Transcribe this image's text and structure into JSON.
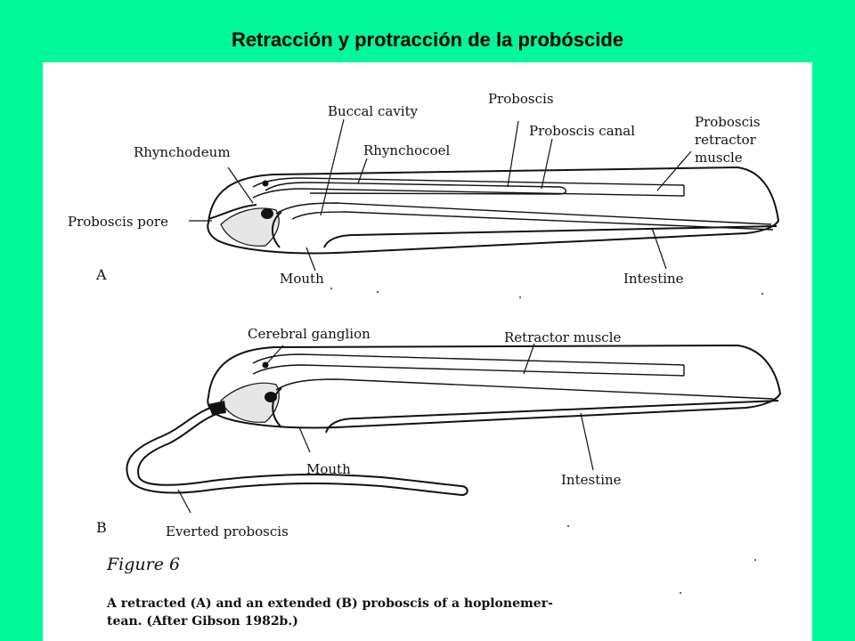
{
  "title": "Retracción y protracción de la probóscide",
  "figure": {
    "panel_a": {
      "letter": "A",
      "labels": {
        "proboscis": "Proboscis",
        "buccal_cavity": "Buccal cavity",
        "proboscis_canal": "Proboscis canal",
        "rhynchodeum": "Rhynchodeum",
        "rhynchocoel": "Rhynchocoel",
        "retractor_line1": "Proboscis",
        "retractor_line2": "retractor",
        "retractor_line3": "muscle",
        "proboscis_pore": "Proboscis pore",
        "mouth": "Mouth",
        "intestine": "Intestine"
      }
    },
    "panel_b": {
      "letter": "B",
      "labels": {
        "cerebral_ganglion": "Cerebral ganglion",
        "retractor_muscle": "Retractor muscle",
        "mouth": "Mouth",
        "intestine": "Intestine",
        "everted_proboscis": "Everted proboscis"
      }
    },
    "figure_title": "Figure 6",
    "caption_line1": "A retracted (A) and an extended (B) proboscis of a hoplonemer-",
    "caption_line2": "tean. (After Gibson 1982b.)"
  }
}
